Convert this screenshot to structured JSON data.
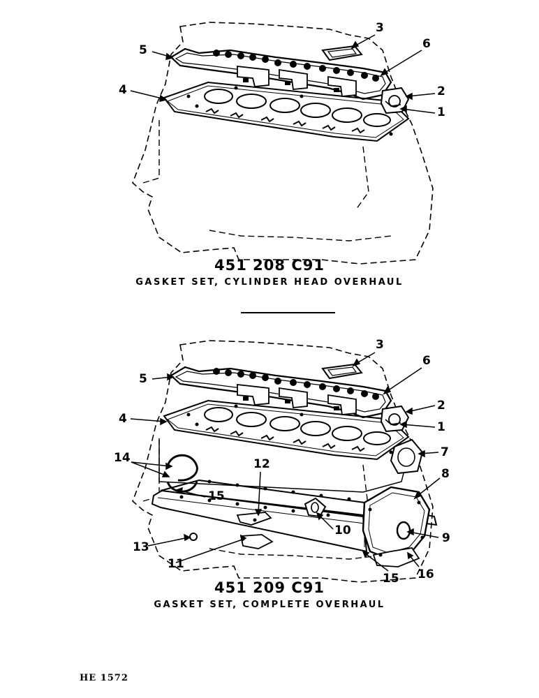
{
  "top_figure": {
    "part_number": "451 208 C91",
    "caption": "GASKET SET, CYLINDER HEAD OVERHAUL",
    "callouts": [
      "1",
      "2",
      "3",
      "4",
      "5",
      "6"
    ]
  },
  "bottom_figure": {
    "part_number": "451 209 C91",
    "caption": "GASKET SET, COMPLETE OVERHAUL",
    "callouts": [
      "1",
      "2",
      "3",
      "4",
      "5",
      "6",
      "7",
      "8",
      "9",
      "10",
      "11",
      "12",
      "13",
      "14",
      "15",
      "15",
      "16"
    ]
  },
  "footer": {
    "code": "HE 1572"
  }
}
